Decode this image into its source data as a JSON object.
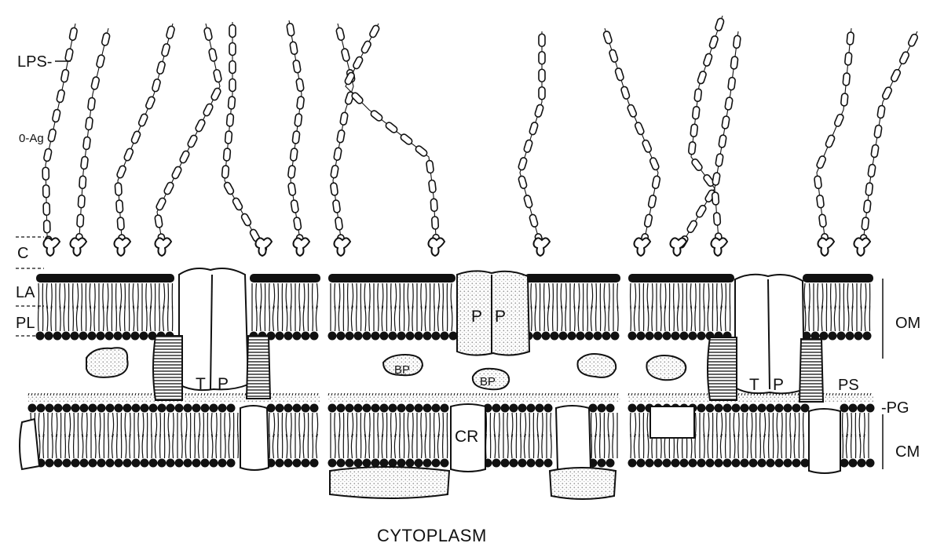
{
  "diagram": {
    "left_labels": {
      "lps": "LPS-",
      "o_antigen": "0-Ag",
      "core": "C",
      "lipid_a": "LA",
      "phospholipid": "PL"
    },
    "right_labels": {
      "outer_membrane": "OM",
      "periplasmic_space": "PS",
      "peptidoglycan": "-PG",
      "cytoplasmic_membrane": "CM"
    },
    "protein_labels": {
      "transport_protein_left": {
        "t": "T",
        "p": "P"
      },
      "transport_protein_right": {
        "t": "T",
        "p": "P"
      },
      "porin": {
        "p1": "P",
        "p2": "P"
      },
      "binding_protein_1": "BP",
      "binding_protein_2": "BP",
      "chemoreceptor": "CR"
    },
    "caption": "CYTOPLASM",
    "colors": {
      "ink": "#111111",
      "paper": "#ffffff",
      "stipple": "#9a9a9a"
    }
  }
}
